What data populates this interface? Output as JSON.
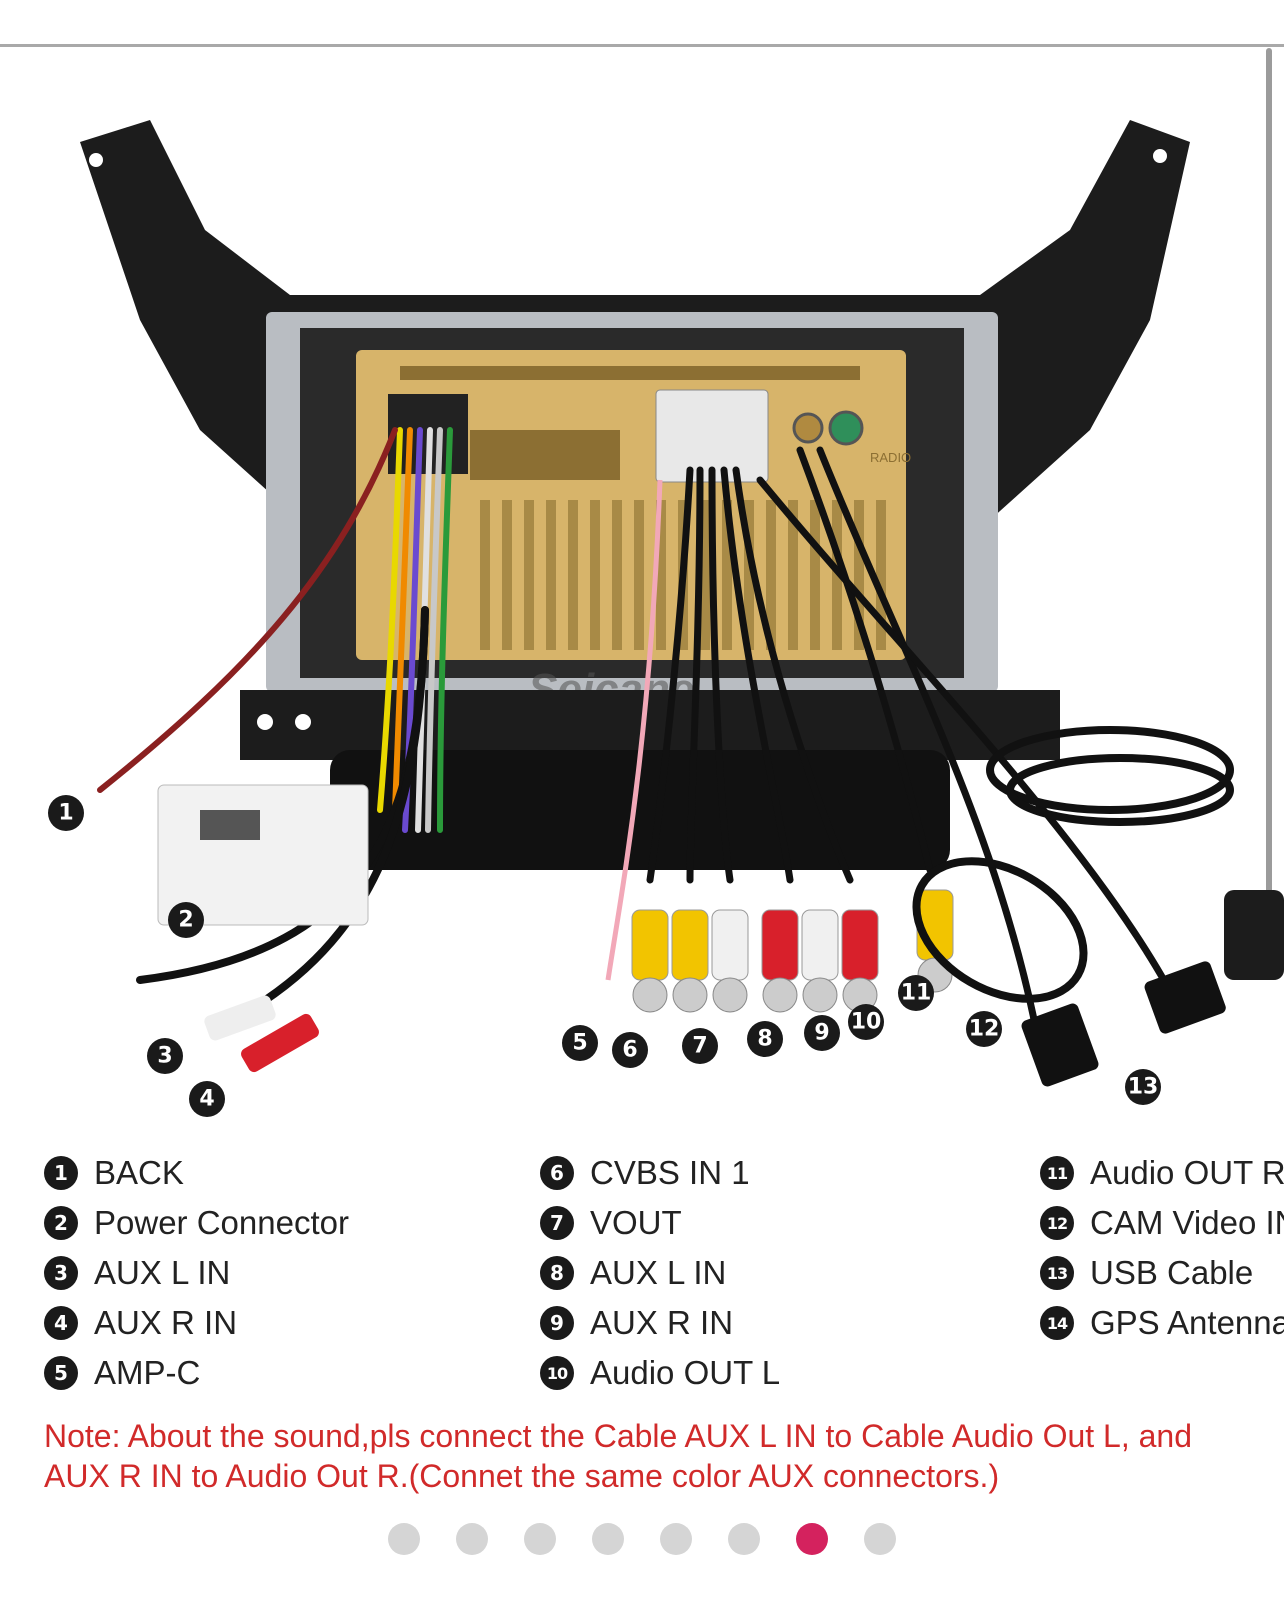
{
  "legend": {
    "col1": [
      {
        "num": "1",
        "label": "BACK"
      },
      {
        "num": "2",
        "label": "Power Connector"
      },
      {
        "num": "3",
        "label": "AUX L IN"
      },
      {
        "num": "4",
        "label": "AUX R IN"
      },
      {
        "num": "5",
        "label": "AMP-C"
      }
    ],
    "col2": [
      {
        "num": "6",
        "label": "CVBS IN 1"
      },
      {
        "num": "7",
        "label": "VOUT"
      },
      {
        "num": "8",
        "label": "AUX L IN"
      },
      {
        "num": "9",
        "label": "AUX R IN"
      },
      {
        "num": "10",
        "label": "Audio OUT L"
      }
    ],
    "col3": [
      {
        "num": "11",
        "label": "Audio OUT R"
      },
      {
        "num": "12",
        "label": "CAM Video IN"
      },
      {
        "num": "13",
        "label": "USB Cable"
      },
      {
        "num": "14",
        "label": "GPS Antenna"
      }
    ]
  },
  "diagram": {
    "callouts": [
      "1",
      "2",
      "3",
      "4",
      "5",
      "6",
      "7",
      "8",
      "9",
      "10",
      "11",
      "12",
      "13"
    ],
    "brand": "Seicane",
    "stamp_radio": "RADIO"
  },
  "note": {
    "line1": "Note: About the sound,pls connect the Cable AUX L IN to Cable Audio Out L, and",
    "line2": "AUX R IN to  Audio Out R.(Connet the same color AUX connectors.)"
  },
  "pager": {
    "count": 8,
    "active_index": 6
  },
  "colors": {
    "note": "#d12a2a",
    "active_dot": "#d4225e",
    "inactive_dot": "#d5d5d5",
    "unit_gold": "#d7b46a"
  }
}
